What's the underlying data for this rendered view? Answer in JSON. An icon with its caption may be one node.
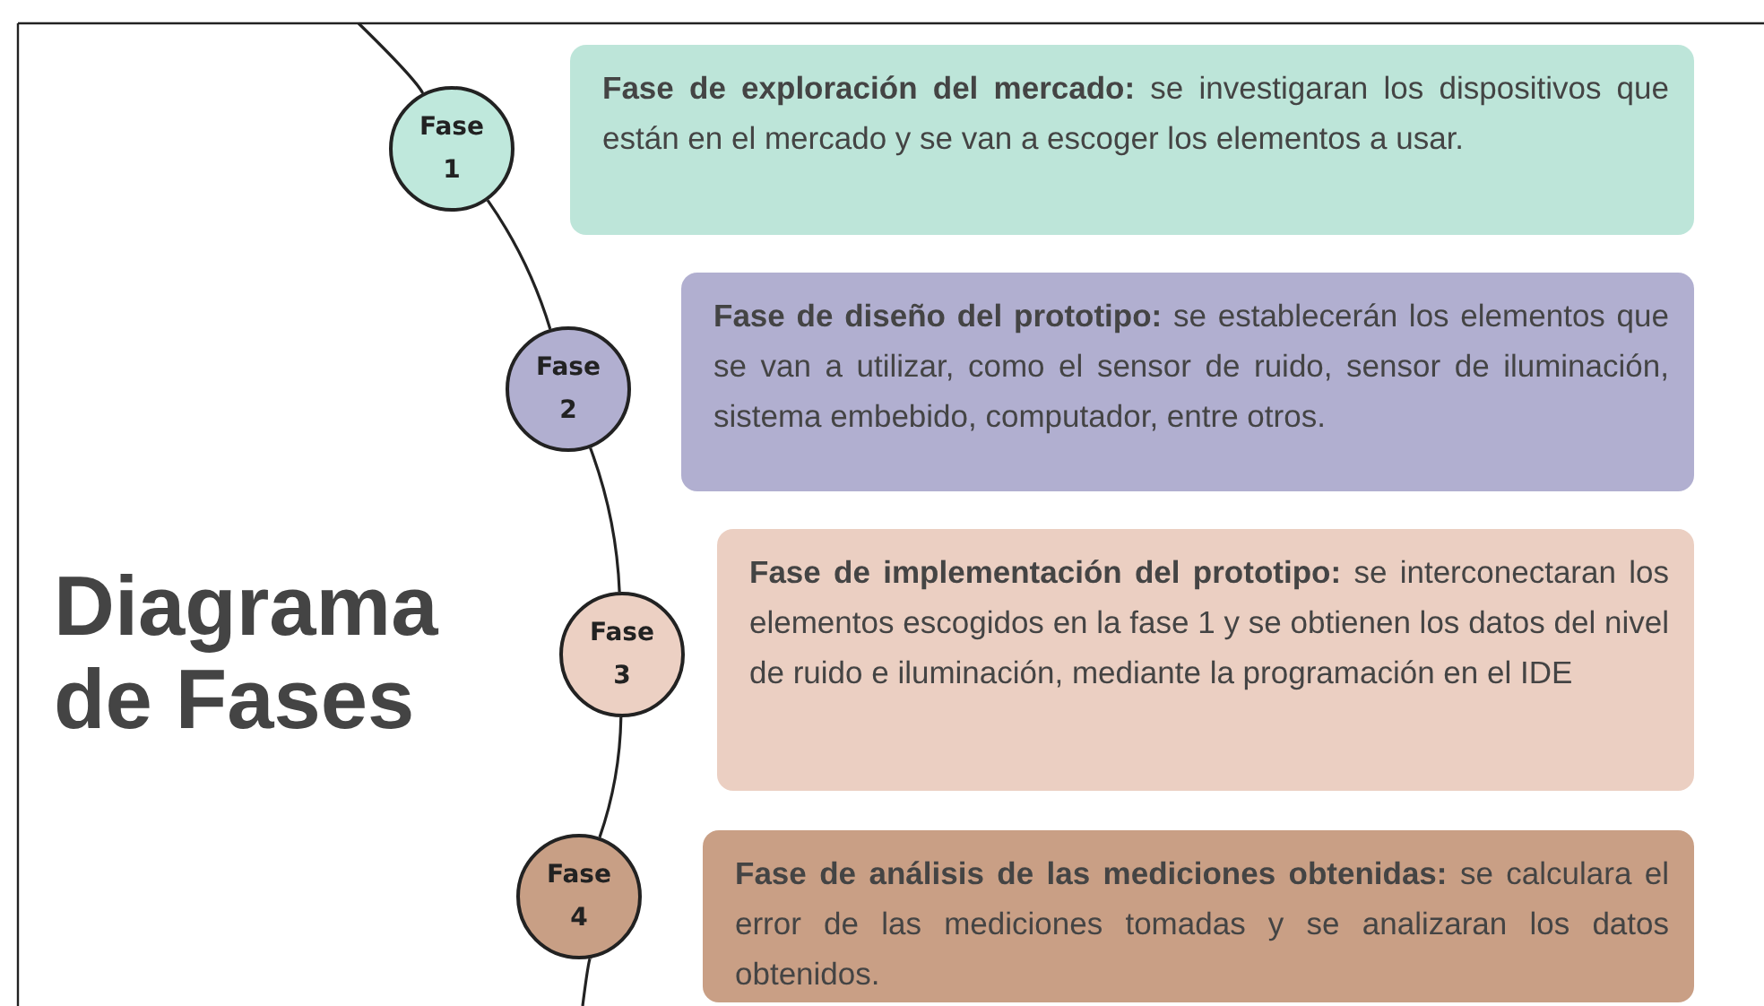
{
  "diagram": {
    "title": "Diagrama de Fases",
    "nodes": [
      {
        "text": [
          "Fase 1"
        ]
      },
      {
        "text": [
          "Fase 2"
        ]
      },
      {
        "text": [
          "Fase 3"
        ]
      },
      {
        "text": [
          "Fase 4"
        ]
      },
      {
        "text": [
          "**Fase de exploración del mercado:** se investigaran los dispositivos que están en el mercado y se van a escoger los elementos a usar."
        ]
      },
      {
        "text": [
          "**Fase de diseño del prototipo:** se establecerán los elementos que se van a utilizar, como el sensor de ruido, sensor de iluminación, sistema embebido, computador, entre otros."
        ]
      },
      {
        "text": [
          "**Fase de implementación del prototipo:** se interconectaran los elementos escogidos en la fase 1 y se obtienen los datos del nivel de ruido e iluminación, mediante la programación en el IDE"
        ]
      },
      {
        "text": [
          "**Fase de análisis de las mediciones obtenidas:** se calculara el error de las mediciones tomadas y se analizaran los datos obtenidos."
        ]
      }
    ],
    "edges": [
      {
        "from": null,
        "to": 0,
        "arrow": "none"
      },
      {
        "from": 0,
        "to": 1,
        "arrow": "none"
      },
      {
        "from": 1,
        "to": 2,
        "arrow": "none"
      },
      {
        "from": 2,
        "to": 3,
        "arrow": "none"
      },
      {
        "from": 3,
        "to": null,
        "arrow": "none"
      }
    ]
  }
}
